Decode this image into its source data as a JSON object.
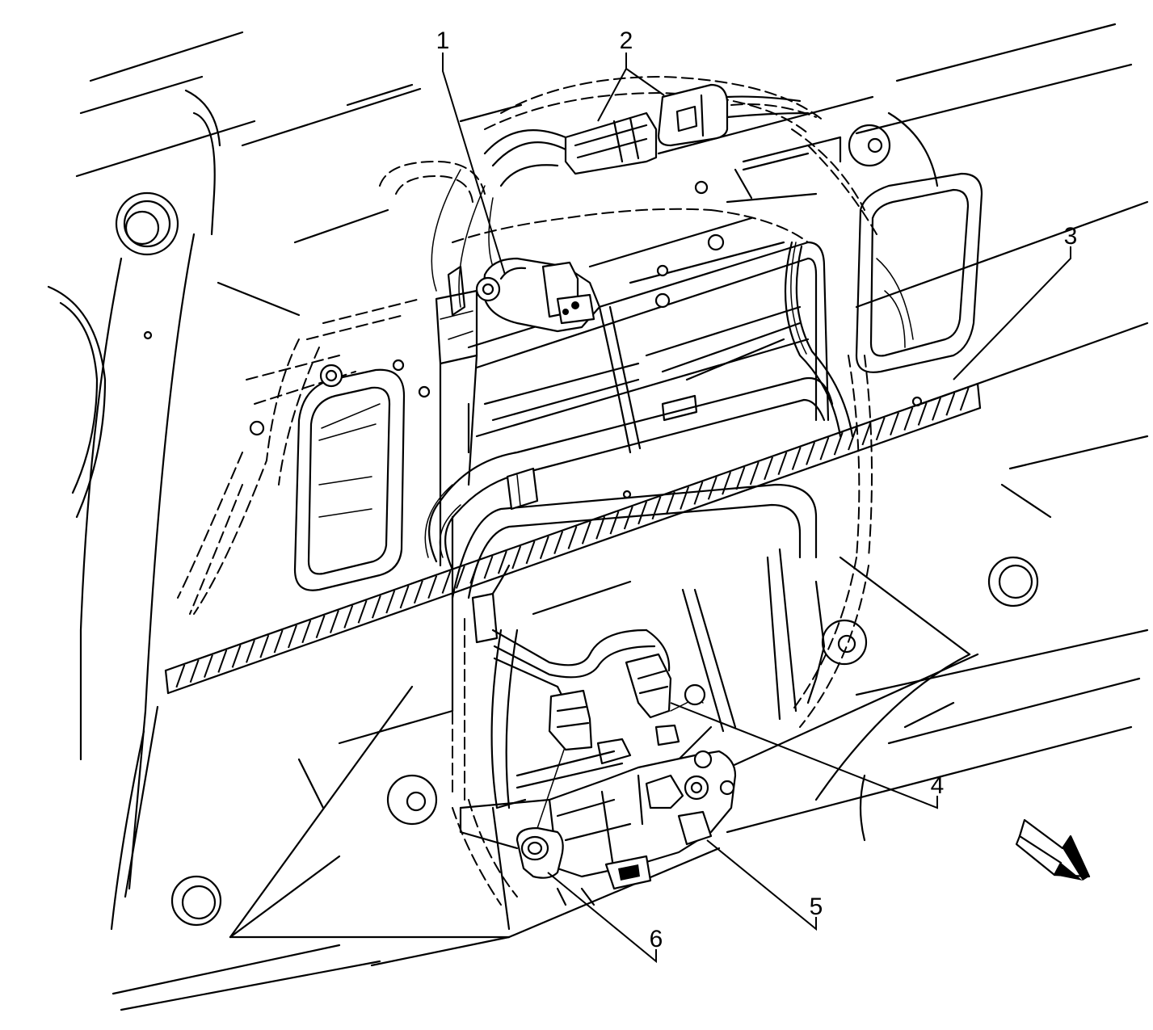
{
  "diagram": {
    "callouts": [
      {
        "id": "1",
        "label": "1"
      },
      {
        "id": "2",
        "label": "2"
      },
      {
        "id": "3",
        "label": "3"
      },
      {
        "id": "4",
        "label": "4"
      },
      {
        "id": "5",
        "label": "5"
      },
      {
        "id": "6",
        "label": "6"
      }
    ],
    "orientation_arrow_icon": "forward-direction-arrow-icon",
    "line_color": "#000000",
    "background_color": "#ffffff"
  }
}
